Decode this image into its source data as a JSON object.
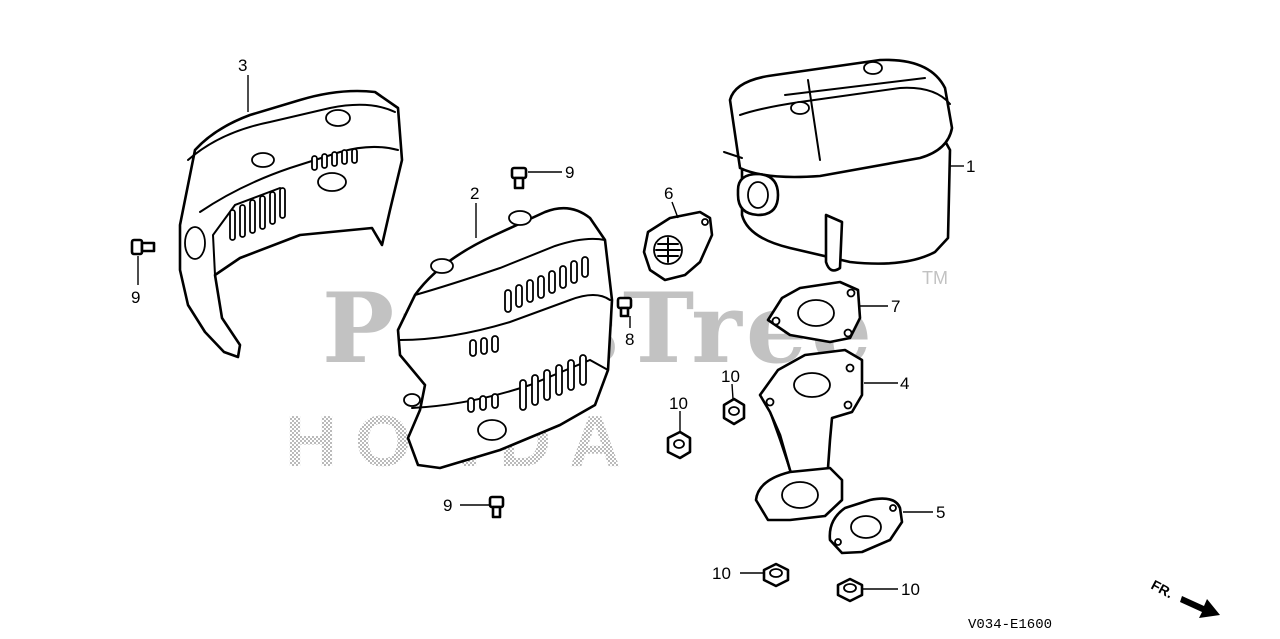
{
  "watermark": {
    "brand": "PartsTree",
    "trademark": "TM",
    "logo": "HONDA"
  },
  "callouts": {
    "muffler": "1",
    "muffler_protector": "2",
    "outer_protector": "3",
    "exhaust_pipe": "4",
    "pipe_gasket": "5",
    "spark_arrester": "6",
    "muffler_gasket": "7",
    "screw_8": "8",
    "bolt_9_top": "9",
    "bolt_9_left": "9",
    "bolt_9_bottom": "9",
    "nut_10_a": "10",
    "nut_10_b": "10",
    "nut_10_c": "10",
    "nut_10_d": "10"
  },
  "direction": {
    "label": "FR."
  },
  "diagram_code": "V034-E1600"
}
